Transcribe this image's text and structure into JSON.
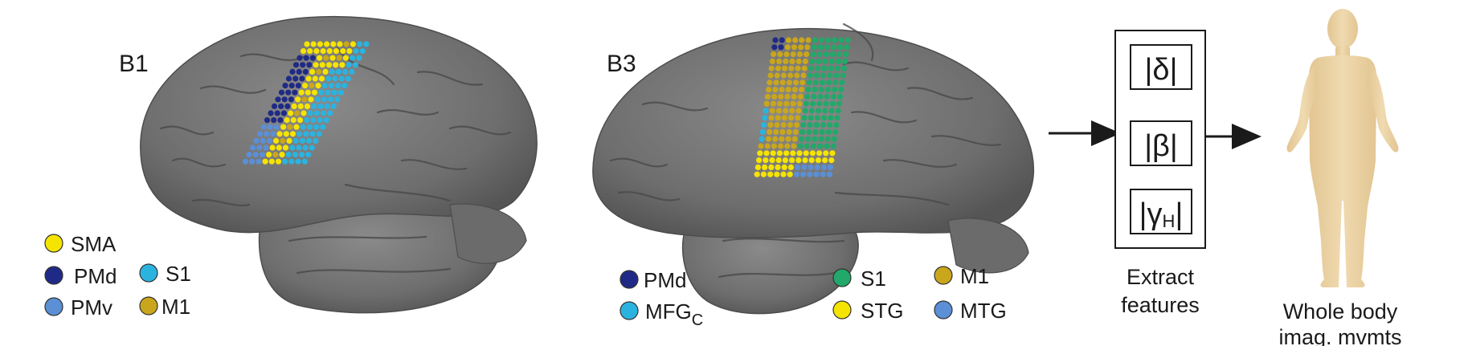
{
  "panels": {
    "b1": {
      "title": "B1"
    },
    "b3": {
      "title": "B3"
    }
  },
  "legend_b1": [
    {
      "label": "SMA",
      "color": "#f5e400"
    },
    {
      "label": "PMd",
      "color": "#1f2a86"
    },
    {
      "label": "S1",
      "color": "#2bb3e0"
    },
    {
      "label": "PMv",
      "color": "#5b8fd6"
    },
    {
      "label": "M1",
      "color": "#c9a61c"
    }
  ],
  "legend_b3": [
    {
      "label": "PMd",
      "color": "#1f2a86"
    },
    {
      "label": "MFG",
      "sub": "C",
      "color": "#2bb3e0"
    },
    {
      "label": "S1",
      "color": "#22a86a"
    },
    {
      "label": "STG",
      "color": "#f5e400"
    },
    {
      "label": "M1",
      "color": "#c9a61c"
    },
    {
      "label": "MTG",
      "color": "#5b8fd6"
    }
  ],
  "features": {
    "items": [
      "|δ|",
      "|β|",
      "|γ"
    ],
    "gamma_sub": "H",
    "gamma_close": "|",
    "caption_line1": "Extract",
    "caption_line2": "features"
  },
  "output": {
    "caption_line1": "Whole body",
    "caption_line2": "imag. mvmts"
  },
  "colors": {
    "brain": "#767676",
    "brain_dark": "#4d4d4d",
    "body": "#e8cfa2",
    "arrow": "#1a1a1a"
  }
}
